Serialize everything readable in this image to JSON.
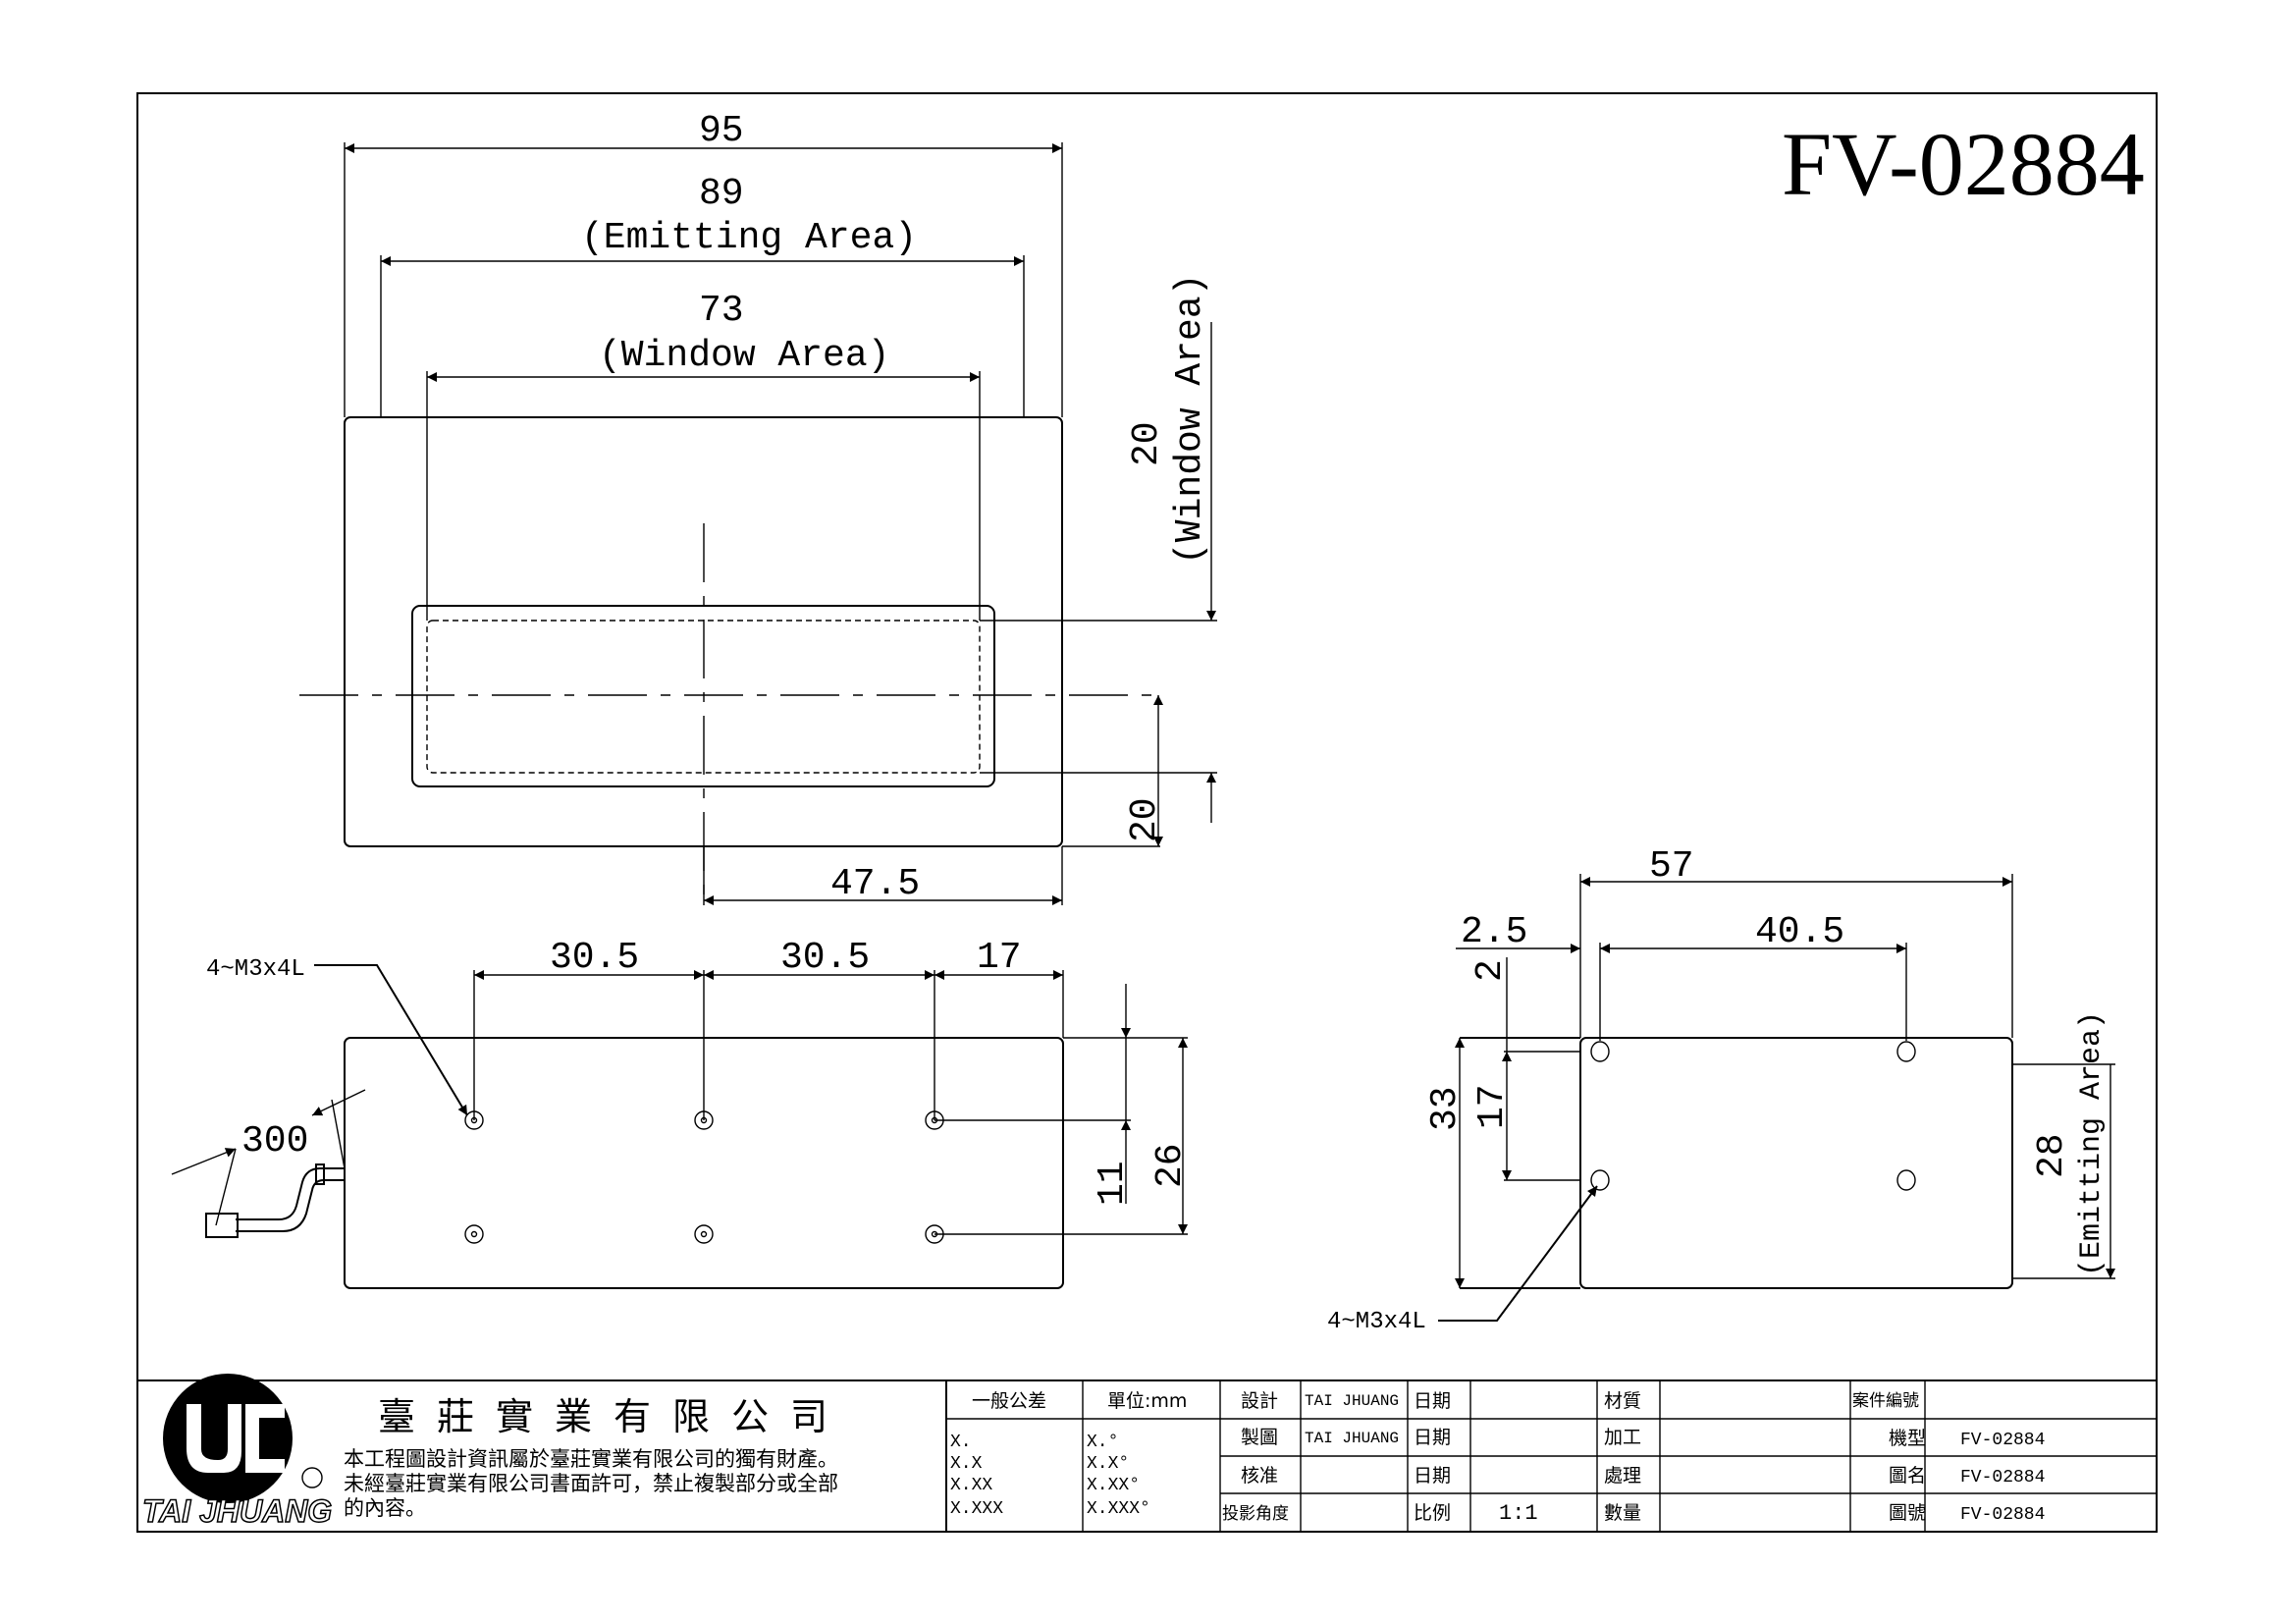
{
  "drawing": {
    "title": "FV-02884",
    "top_view": {
      "overall_width": "95",
      "emitting_width": "89",
      "emitting_label": "(Emitting Area)",
      "window_width": "73",
      "window_label": "(Window Area)",
      "window_height": "20",
      "window_height_label": "(Window Area)",
      "center_offset_y": "20",
      "center_offset_x": "47.5"
    },
    "bottom_view": {
      "thread_callout": "4~M3x4L",
      "pitch_1": "30.5",
      "pitch_2": "30.5",
      "edge_offset": "17",
      "row_offset": "11",
      "row_pitch": "26",
      "cable_length": "300"
    },
    "side_view": {
      "overall_length": "57",
      "edge_offset": "2.5",
      "hole_pitch": "40.5",
      "top_offset": "2",
      "hole_vertical_pitch": "17",
      "overall_height": "33",
      "emitting_height": "28",
      "emitting_label": "(Emitting Area)",
      "thread_callout": "4~M3x4L"
    }
  },
  "title_block": {
    "company_name": "臺莊實業有限公司",
    "logo_text": "TAI JHUANG",
    "notice_lines": [
      "本工程圖設計資訊屬於臺莊實業有限公司的獨有財產。",
      "未經臺莊實業有限公司書面許可，禁止複製部分或全部",
      "的內容。"
    ],
    "tolerance_header": "一般公差",
    "unit_header": "單位:mm",
    "tolerance_rows": [
      "X.",
      "X.X",
      "X.XX",
      "X.XXX"
    ],
    "angle_rows": [
      "X.°",
      "X.X°",
      "X.XX°",
      "X.XXX°"
    ],
    "design_label": "設計",
    "design_value": "TAI JHUANG",
    "drawn_label": "製圖",
    "drawn_value": "TAI JHUANG",
    "approve_label": "核准",
    "approve_value": "",
    "projection_label": "投影角度",
    "projection_value": "",
    "date_label_1": "日期",
    "date_label_2": "日期",
    "date_label_3": "日期",
    "scale_label": "比例",
    "scale_value": "1:1",
    "material_label": "材質",
    "material_value": "",
    "process_label": "加工",
    "process_value": "",
    "treatment_label": "處理",
    "treatment_value": "",
    "quantity_label": "數量",
    "quantity_value": "",
    "case_no_label": "案件編號",
    "case_no_value": "",
    "model_label": "機型",
    "model_value": "FV-02884",
    "drawing_name_label": "圖名",
    "drawing_name_value": "FV-02884",
    "drawing_no_label": "圖號",
    "drawing_no_value": "FV-02884"
  }
}
